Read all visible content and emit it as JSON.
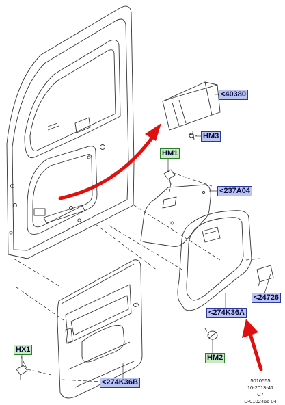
{
  "callouts": {
    "c40380": "<40380",
    "hm3": "HM3",
    "hm1": "HM1",
    "c237a04": "<237A04",
    "c24726": "<24726",
    "c274k36a": "<274K36A",
    "hm2": "HM2",
    "hx1": "HX1",
    "c274k36b": "<274K36B"
  },
  "reference": {
    "line1": "5010555",
    "line2": "10-2013-41",
    "line3": "C7",
    "line4": "D-0102466 04"
  },
  "colors": {
    "blue_label_bg": "#b9c4f2",
    "green_label_bg": "#c6ecc0",
    "arrow_red": "#e01010",
    "line_art": "#333333"
  }
}
